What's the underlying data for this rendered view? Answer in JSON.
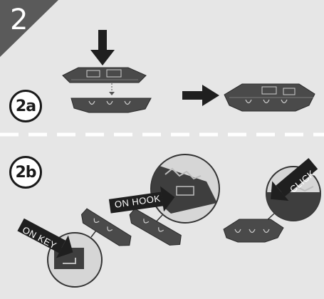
{
  "step": {
    "number": "2"
  },
  "substeps": [
    {
      "label": "2a"
    },
    {
      "label": "2b"
    }
  ],
  "callouts": {
    "on_key": "ON KEY",
    "on_hook": "ON HOOK",
    "click": "CLICK"
  },
  "colors": {
    "background": "#e6e6e6",
    "step_tab": "#5a5a5a",
    "part_dark": "#4a4a4a",
    "arrow": "#1f1f1f",
    "divider": "#ffffff"
  }
}
